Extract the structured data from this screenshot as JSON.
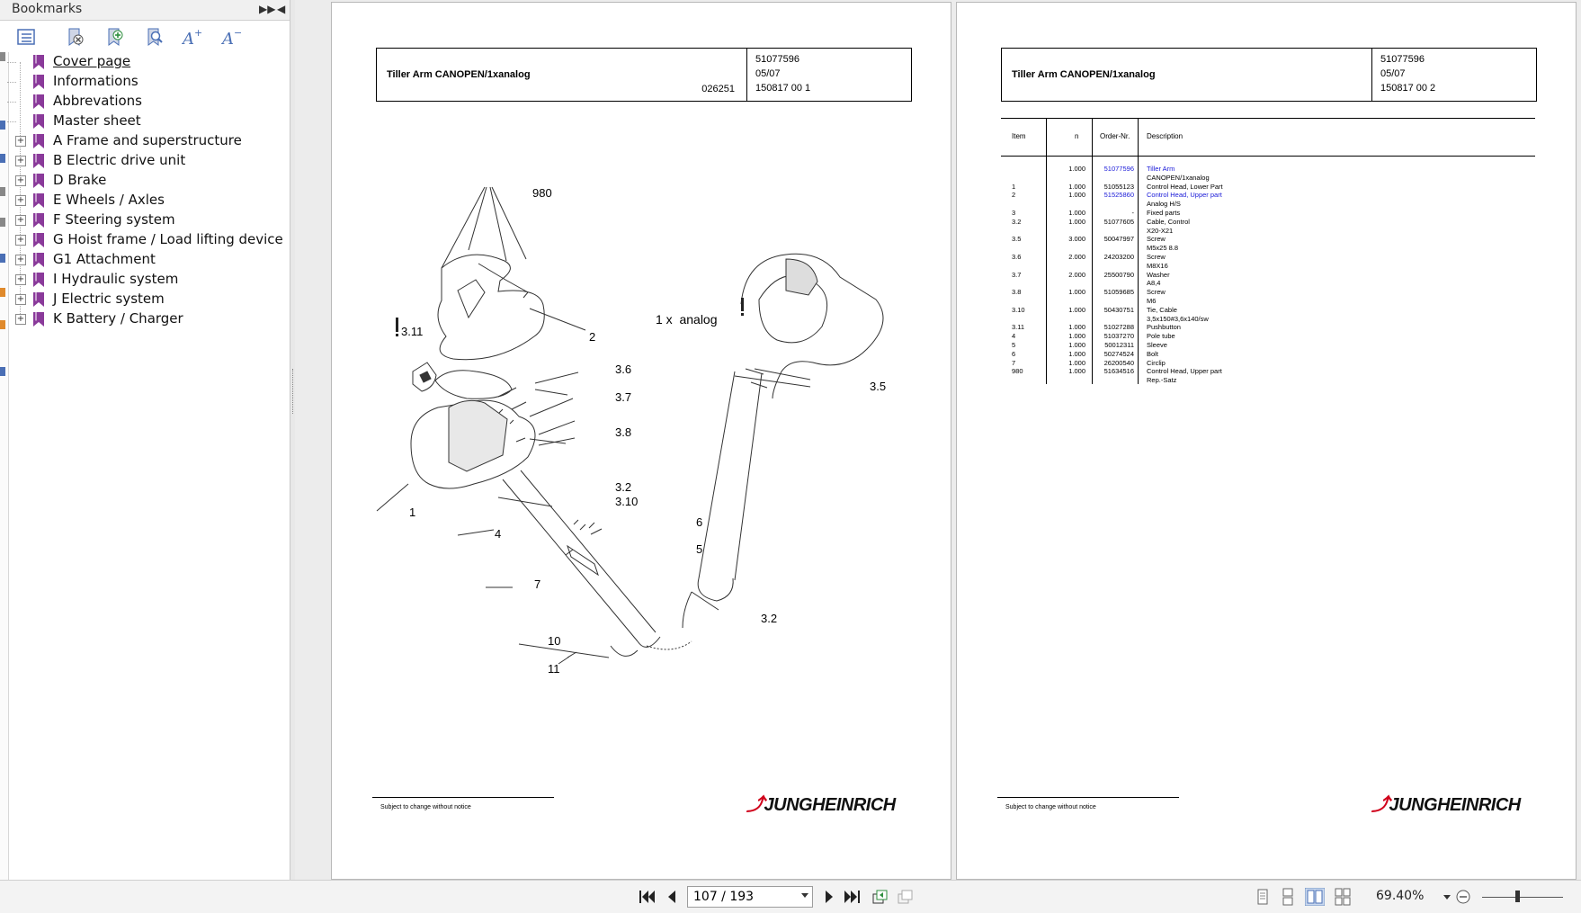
{
  "panel": {
    "title": "Bookmarks",
    "items": [
      {
        "label": "Cover page",
        "expandable": false,
        "active": true
      },
      {
        "label": "Informations",
        "expandable": false
      },
      {
        "label": "Abbrevations",
        "expandable": false
      },
      {
        "label": "Master sheet",
        "expandable": false
      },
      {
        "label": "A Frame and superstructure",
        "expandable": true
      },
      {
        "label": "B Electric drive unit",
        "expandable": true
      },
      {
        "label": "D Brake",
        "expandable": true
      },
      {
        "label": "E Wheels / Axles",
        "expandable": true
      },
      {
        "label": "F Steering system",
        "expandable": true
      },
      {
        "label": "G Hoist frame / Load lifting device",
        "expandable": true
      },
      {
        "label": "G1 Attachment",
        "expandable": true
      },
      {
        "label": "I Hydraulic system",
        "expandable": true
      },
      {
        "label": "J Electric system",
        "expandable": true
      },
      {
        "label": "K Battery / Charger",
        "expandable": true
      }
    ]
  },
  "page1": {
    "title": "Tiller Arm CANOPEN/1xanalog",
    "code": "026251",
    "number": "51077596",
    "date": "05/07",
    "sheet": "150817 00 1",
    "annotation": "1 x  analog",
    "labels": [
      "980",
      "2",
      "3.11",
      "3.6",
      "3.7",
      "3.8",
      "3.2",
      "3.10",
      "1",
      "4",
      "6",
      "5",
      "7",
      "10",
      "11",
      "3.5",
      "3.2"
    ],
    "footer": "Subject to change without notice",
    "logo": "JUNGHEINRICH"
  },
  "page2": {
    "title": "Tiller Arm CANOPEN/1xanalog",
    "number": "51077596",
    "date": "05/07",
    "sheet": "150817 00 2",
    "footer": "Subject to change without notice",
    "logo": "JUNGHEINRICH",
    "table": {
      "headers": [
        "Item",
        "n",
        "Order-Nr.",
        "Description"
      ],
      "rows": [
        {
          "item": "",
          "n": "1.000",
          "order": "51077596",
          "desc": "Tiller Arm",
          "link": true
        },
        {
          "item": "",
          "n": "",
          "order": "",
          "desc": "CANOPEN/1xanalog"
        },
        {
          "item": "1",
          "n": "1.000",
          "order": "51055123",
          "desc": "Control Head, Lower Part"
        },
        {
          "item": "2",
          "n": "1.000",
          "order": "51525860",
          "desc": "Control Head, Upper part",
          "link": true
        },
        {
          "item": "",
          "n": "",
          "order": "",
          "desc": "Analog H/S"
        },
        {
          "item": "3",
          "n": "1.000",
          "order": "-",
          "desc": "Fixed parts"
        },
        {
          "item": "3.2",
          "n": "1.000",
          "order": "51077605",
          "desc": "Cable, Control"
        },
        {
          "item": "",
          "n": "",
          "order": "",
          "desc": "X20-X21"
        },
        {
          "item": "3.5",
          "n": "3.000",
          "order": "50047997",
          "desc": "Screw"
        },
        {
          "item": "",
          "n": "",
          "order": "",
          "desc": "M5x25 8.8"
        },
        {
          "item": "3.6",
          "n": "2.000",
          "order": "24203200",
          "desc": "Screw"
        },
        {
          "item": "",
          "n": "",
          "order": "",
          "desc": "M8X16"
        },
        {
          "item": "3.7",
          "n": "2.000",
          "order": "25500790",
          "desc": "Washer"
        },
        {
          "item": "",
          "n": "",
          "order": "",
          "desc": "A8,4"
        },
        {
          "item": "3.8",
          "n": "1.000",
          "order": "51059685",
          "desc": "Screw"
        },
        {
          "item": "",
          "n": "",
          "order": "",
          "desc": "M6"
        },
        {
          "item": "3.10",
          "n": "1.000",
          "order": "50430751",
          "desc": "Tie, Cable"
        },
        {
          "item": "",
          "n": "",
          "order": "",
          "desc": "3,5x150#3,6x140/sw"
        },
        {
          "item": "3.11",
          "n": "1.000",
          "order": "51027288",
          "desc": "Pushbutton"
        },
        {
          "item": "4",
          "n": "1.000",
          "order": "51037270",
          "desc": "Pole tube"
        },
        {
          "item": "5",
          "n": "1.000",
          "order": "50012311",
          "desc": "Sleeve"
        },
        {
          "item": "6",
          "n": "1.000",
          "order": "50274524",
          "desc": "Bolt"
        },
        {
          "item": "7",
          "n": "1.000",
          "order": "26200540",
          "desc": "Circlip"
        },
        {
          "item": "980",
          "n": "1.000",
          "order": "51634516",
          "desc": "Control Head, Upper part"
        },
        {
          "item": "",
          "n": "",
          "order": "",
          "desc": "Rep.-Satz"
        }
      ]
    }
  },
  "navigation": {
    "page_indicator": "107 / 193",
    "zoom": "69.40%"
  },
  "colors": {
    "bookmark_icon": "#8a3a9a",
    "link": "#1a1ad8",
    "logo_accent": "#d0021b",
    "toolbar_icon": "#4a6fb5"
  }
}
